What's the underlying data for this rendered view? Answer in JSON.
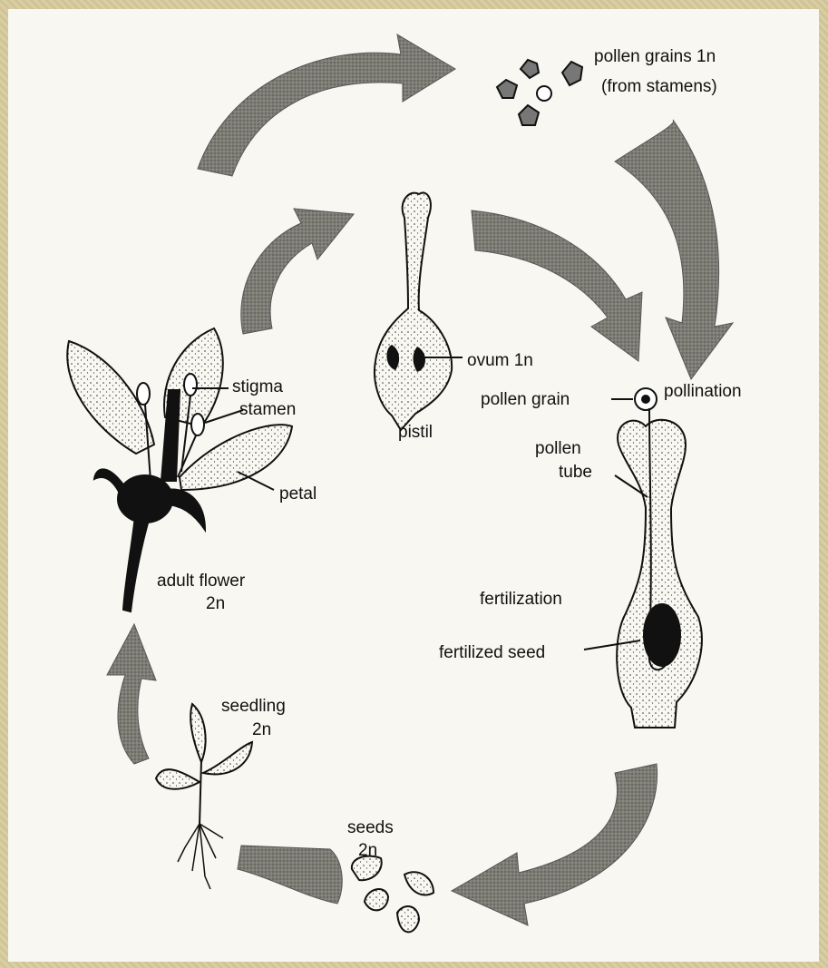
{
  "labels": {
    "pollen_grains_1": "pollen grains 1n",
    "pollen_grains_2": "(from stamens)",
    "pollination": "pollination",
    "pollen_grain": "pollen grain",
    "pollen_tube_1": "pollen",
    "pollen_tube_2": "tube",
    "ovum": "ovum 1n",
    "pistil": "pistil",
    "stigma": "stigma",
    "stamen": "stamen",
    "petal": "petal",
    "adult_flower_1": "adult flower",
    "adult_flower_2": "2n",
    "fertilization": "fertilization",
    "fertilized_seed": "fertilized seed",
    "seedling_1": "seedling",
    "seedling_2": "2n",
    "seeds_1": "seeds",
    "seeds_2": "2n"
  },
  "colors": {
    "arrow_fill": "#7a7a72",
    "ink": "#111111",
    "paper": "#f8f7f1",
    "frame": "#d8cfa6"
  }
}
